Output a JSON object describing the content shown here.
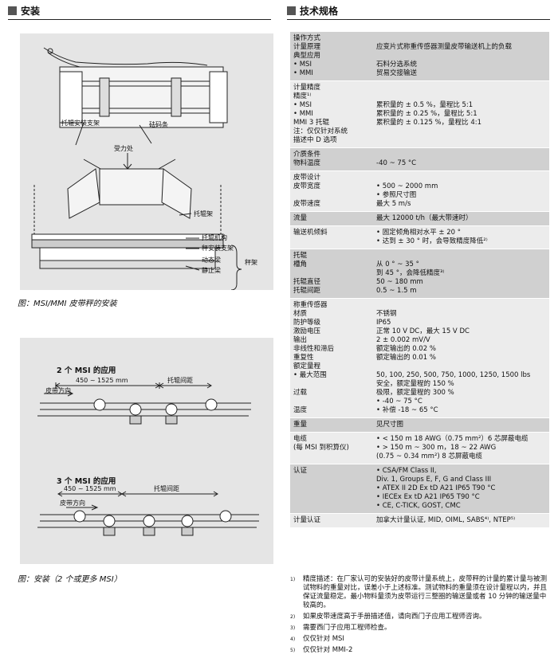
{
  "left_header": "安装",
  "right_header": "技术规格",
  "fig1": {
    "label_bracket": "托辊安装支架",
    "label_pad": "砝码条",
    "label_force": "受力处",
    "label_idler_frame": "托辊架",
    "label_idler_mech": "托辊机构",
    "label_scale_bracket": "秤安装支架",
    "label_live": "动态梁",
    "label_static": "静止梁",
    "label_frame": "秤架",
    "caption": "图：MSI/MMI 皮带秤的安装"
  },
  "fig2": {
    "title_a": "2 个 MSI 的应用",
    "dim_a": "450 ~ 1525 mm",
    "spacing_a": "托辊间距",
    "belt_a": "皮带方向",
    "title_b": "3 个 MSI 的应用",
    "dim_b": "450 ~ 1525 mm",
    "spacing_b": "托辊间距",
    "belt_b": "皮带方向",
    "caption": "图：安装（2 个或更多 MSI）"
  },
  "spec_rows": [
    {
      "shade": "dark",
      "left": [
        "操作方式",
        "计量原理",
        "典型应用",
        "• MSI",
        "• MMI"
      ],
      "right": [
        "",
        "应变片式称重传感器测量皮带输送机上的负载",
        "",
        "石料分选系统",
        "贸易交接输送"
      ]
    },
    {
      "shade": "light",
      "left": [
        "计量精度",
        "精度¹⁾",
        "• MSI",
        "• MMI",
        "MMI 3 托辊",
        "注：仅仅针对系统",
        "描述中 D 选项"
      ],
      "right": [
        "",
        "",
        "累积量的 ± 0.5 %，量程比 5:1",
        "累积量的 ± 0.25 %，量程比 5:1",
        "累积量的 ± 0.125 %，量程比 4:1",
        "",
        ""
      ]
    },
    {
      "shade": "dark",
      "left": [
        "介质条件",
        "物料温度"
      ],
      "right": [
        "",
        "-40 ~ 75 °C"
      ]
    },
    {
      "shade": "light",
      "left": [
        "皮带设计",
        "皮带宽度",
        "",
        "皮带速度"
      ],
      "right": [
        "",
        "• 500 ~ 2000 mm",
        "• 参照尺寸图",
        "最大 5 m/s"
      ]
    },
    {
      "shade": "dark",
      "left": [
        "流量"
      ],
      "right": [
        "最大 12000 t/h（最大带速时）"
      ]
    },
    {
      "shade": "light",
      "left": [
        "输送机倾斜"
      ],
      "right": [
        "• 固定倾角相对水平 ± 20 °",
        "• 达到 ± 30 ° 时，会导致精度降低²⁾"
      ]
    },
    {
      "shade": "dark",
      "left": [
        "托辊",
        "槽角",
        "",
        "托辊直径",
        "托辊间距"
      ],
      "right": [
        "",
        "从 0 ° ~ 35 °",
        "到 45 °，会降低精度³⁾",
        "50 ~ 180 mm",
        "0.5 ~ 1.5 m"
      ]
    },
    {
      "shade": "light",
      "left": [
        "称重传感器",
        "材质",
        "防护等级",
        "激励电压",
        "输出",
        "非线性和滞后",
        "重复性",
        "额定量程",
        "• 最大范围",
        "",
        "过载",
        "",
        "温度"
      ],
      "right": [
        "",
        "不锈钢",
        "IP65",
        "正常 10 V DC，最大 15 V DC",
        "2 ± 0.002 mV/V",
        "额定输出的 0.02 %",
        "额定输出的 0.01 %",
        "",
        "50, 100, 250, 500, 750, 1000, 1250, 1500 lbs",
        "安全，额定量程的 150 %",
        "极限，额定量程的 300 %",
        "• -40 ~ 75 °C",
        "• 补偿 -18 ~ 65 °C"
      ]
    },
    {
      "shade": "dark",
      "left": [
        "重量"
      ],
      "right": [
        "见尺寸图"
      ]
    },
    {
      "shade": "light",
      "left": [
        "电缆",
        "(每 MSI 到积算仪)"
      ],
      "right": [
        "• < 150 m 18 AWG（0.75 mm²）6 芯屏蔽电缆",
        "• > 150 m ~ 300 m，18 ~ 22 AWG",
        "  (0.75 ~ 0.34 mm²) 8 芯屏蔽电缆"
      ]
    },
    {
      "shade": "dark",
      "left": [
        "认证"
      ],
      "right": [
        "• CSA/FM Class II,",
        "  Div. 1, Groups E, F, G and Class III",
        "• ATEX II 2D Ex tD A21 IP65 T90 °C",
        "• IECEx Ex tD A21 IP65 T90 °C",
        "• CE, C-TICK, GOST, CMC"
      ]
    },
    {
      "shade": "light",
      "left": [
        "计量认证"
      ],
      "right": [
        "加拿大计量认证, MID, OIML, SABS⁴⁾, NTEP⁵⁾"
      ]
    }
  ],
  "notes": [
    {
      "mark": "1)",
      "text": "精度描述：在厂家认可的安装好的皮带计量系统上，皮带秤的计量的累计量与被测试物料的重量对比，误差小于上述标准。测试物料的重量须在设计量程以内，并且保证流量稳定。最小物料量须为皮带运行三整圈的输送量或者 10 分钟的输送量中较高的。"
    },
    {
      "mark": "2)",
      "text": "如果皮带速度高于手册描述值，请向西门子应用工程师咨询。"
    },
    {
      "mark": "3)",
      "text": "需要西门子应用工程师检查。"
    },
    {
      "mark": "4)",
      "text": "仅仅针对 MSI"
    },
    {
      "mark": "5)",
      "text": "仅仅针对 MMI-2"
    }
  ]
}
